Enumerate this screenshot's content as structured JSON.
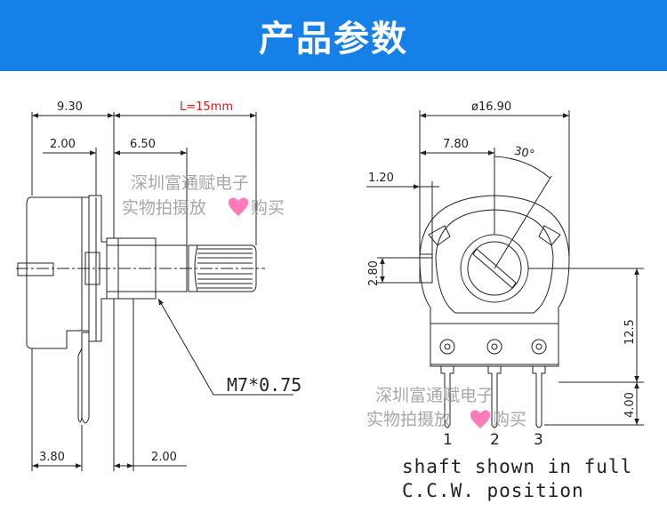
{
  "banner": {
    "title": "产品参数",
    "color": "#1580e8"
  },
  "watermark": {
    "line1": "深圳富通赋电子",
    "line2_left": "实物拍摄放",
    "heart_color": "#ff7ab8",
    "line2_right": "购买"
  },
  "side_view": {
    "dim_overall": "9.30",
    "dim_shaft_length": "L=15mm",
    "dim_front": "2.00",
    "dim_bushing": "6.50",
    "thread_callout": "M7*0.75",
    "dim_pin_offset": "3.80",
    "dim_pin_width": "2.00"
  },
  "front_view": {
    "dim_diameter": "ø16.90",
    "dim_center": "7.80",
    "dim_angle": "30°",
    "dim_lug_width": "1.20",
    "dim_lug_height": "2.80",
    "dim_center_height": "12.5",
    "dim_pin_length": "4.00",
    "pin_labels": [
      "1",
      "2",
      "3"
    ],
    "note_line1": "shaft shown in full",
    "note_line2": "C.C.W. position"
  }
}
